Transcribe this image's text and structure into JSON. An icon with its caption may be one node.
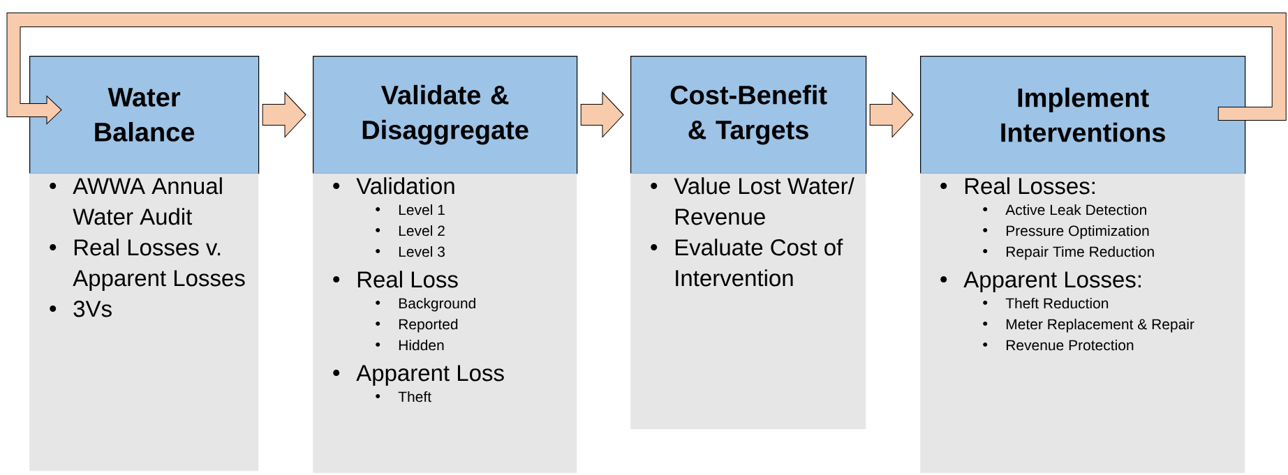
{
  "diagram": {
    "nodes": [
      {
        "text": [
          "Water Balance"
        ]
      },
      {
        "text": [
          "AWWA Annual Water Audit",
          "Real Losses v. Apparent Losses",
          "3Vs"
        ]
      },
      {
        "text": [
          "Validate & Disaggregate"
        ]
      },
      {
        "text": [
          "Validation",
          "Level 1",
          "Level 2",
          "Level 3",
          "Real Loss",
          "Background",
          "Reported",
          "Hidden",
          "Apparent Loss",
          "Theft"
        ]
      },
      {
        "text": [
          "Cost-Benefit & Targets"
        ]
      },
      {
        "text": [
          "Value Lost Water/ Revenue",
          "Evaluate Cost of Intervention"
        ]
      },
      {
        "text": [
          "Implement Interventions"
        ]
      },
      {
        "text": [
          "Real Losses:",
          "Active Leak Detection",
          "Pressure Optimization",
          "Repair Time Reduction",
          "Apparent Losses:",
          "Theft Reduction",
          "Meter Replacement & Repair",
          "Revenue Protection"
        ]
      }
    ],
    "edges": [
      {
        "from": 0,
        "to": 2,
        "arrow": "to"
      },
      {
        "from": 2,
        "to": 4,
        "arrow": "to"
      },
      {
        "from": 4,
        "to": 6,
        "arrow": "to"
      },
      {
        "from": 6,
        "to": 0,
        "arrow": "to"
      }
    ]
  }
}
